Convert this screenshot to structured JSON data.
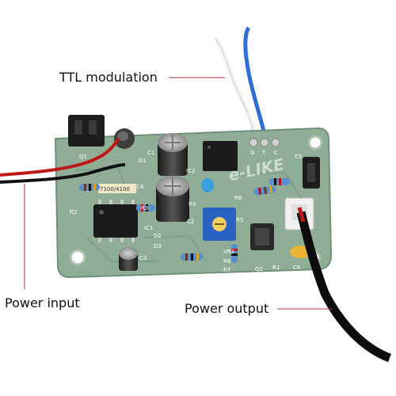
{
  "callouts": {
    "ttl_modulation": "TTL modulation",
    "power_input": "Power input",
    "power_output": "Power output"
  },
  "board_labels": {
    "q1": "Q1",
    "d1": "D1",
    "c1": "C1",
    "c2": "C2",
    "c3": "C3",
    "c4": "C4",
    "c5": "C5",
    "c6": "C6",
    "ic1": "IC1",
    "ic2": "IC2",
    "r1": "R1",
    "r2": "R2",
    "r3": "R3",
    "r5": "R5",
    "r6": "R6",
    "r7": "R7",
    "r8": "R8",
    "r9": "R9",
    "d2": "D2",
    "d3": "D3",
    "q2": "Q2",
    "vr2": "VR2",
    "ttl_g": "G",
    "ttl_t": "T",
    "ttl_c": "C"
  },
  "chip_marking": "7100/4100",
  "watermark": "e-LIKE",
  "colors": {
    "pcb": "#8fae95",
    "pcb_dark": "#6f9178",
    "wire_red": "#c01818",
    "wire_black": "#111111",
    "wire_blue": "#2e6fd6",
    "wire_white": "#f3f3f3",
    "callout_line": "#b03030",
    "trimmer_blue": "#2a62c4"
  }
}
